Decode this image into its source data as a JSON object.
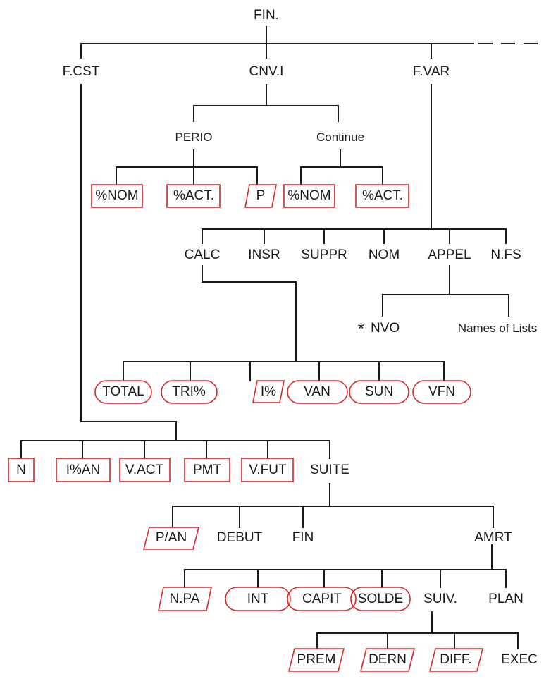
{
  "diagram": {
    "root": "FIN.",
    "level1": {
      "fcst": "F.CST",
      "cnvi": "CNV.I",
      "fvar": "F.VAR"
    },
    "cnvi": {
      "perio": "PERIO",
      "continue": "Continue",
      "perio_items": [
        "%NOM",
        "%ACT.",
        "P"
      ],
      "continue_items": [
        "%NOM",
        "%ACT."
      ]
    },
    "fvar": {
      "items": [
        "CALC",
        "INSR",
        "SUPPR",
        "NOM",
        "APPEL",
        "N.FS"
      ],
      "appel": {
        "star": "*",
        "nvo": "NVO",
        "names": "Names of Lists"
      },
      "calc_items": [
        "TOTAL",
        "TRI%",
        "I%",
        "VAN",
        "SUN",
        "VFN"
      ]
    },
    "fcst": {
      "items": [
        "N",
        "I%AN",
        "V.ACT",
        "PMT",
        "V.FUT",
        "SUITE"
      ],
      "suite": {
        "items": [
          "P/AN",
          "DEBUT",
          "FIN",
          "AMRT"
        ],
        "amrt": {
          "items": [
            "N.PA",
            "INT",
            "CAPIT",
            "SOLDE",
            "SUIV.",
            "PLAN"
          ],
          "plan": {
            "items": [
              "PREM",
              "DERN",
              "DIFF.",
              "EXEC"
            ]
          }
        }
      }
    }
  },
  "colors": {
    "line": "#1a1a1a",
    "key_outline": "#d42a2a"
  }
}
